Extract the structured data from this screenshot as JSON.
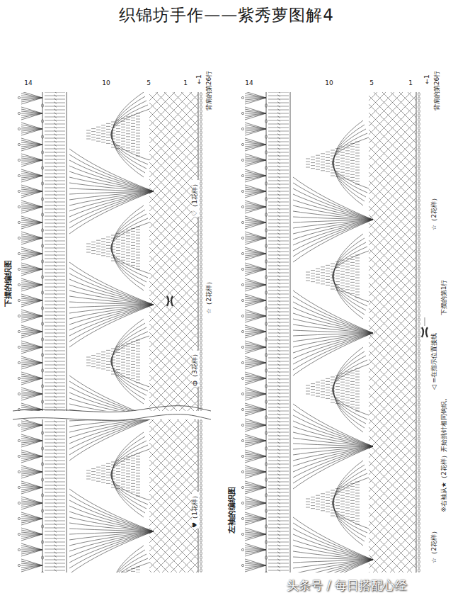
{
  "diagram": {
    "title": "织锦坊手作——紫秀萝图解4",
    "labels": [
      "下摆的编织图",
      "14",
      "10",
      "5",
      "1",
      "←1",
      "背肩的第26行",
      "♡（1花样）",
      "☆（2花样）",
      "ф（3花样）",
      "♥（1花样）",
      "左袖的编织图",
      "14",
      "10",
      "5",
      "1",
      "←1",
      "背肩的第26行",
      "☆（2花样）",
      "◁ =在指示位置接线",
      "下摆的第1行",
      "※右袖从★（2花样）开始挑针相同钩织。",
      "☆（2花样）",
      "头条号 / 每日搭配心经"
    ]
  }
}
